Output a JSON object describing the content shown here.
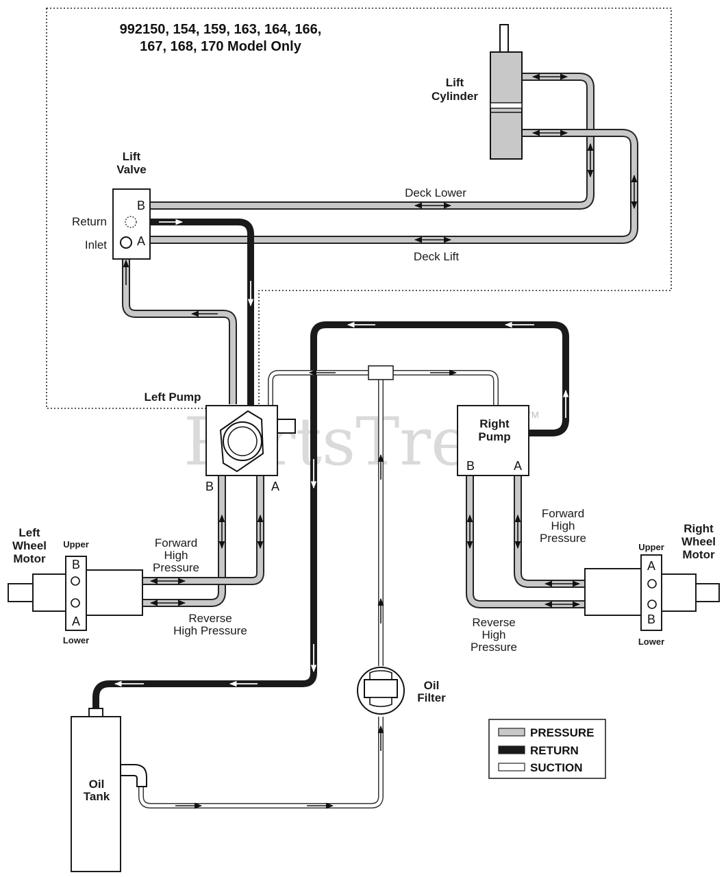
{
  "title": {
    "line1": "992150, 154, 159, 163, 164, 166,",
    "line2": "167, 168, 170 Model Only"
  },
  "components": {
    "lift_cylinder": [
      "Lift",
      "Cylinder"
    ],
    "lift_valve": [
      "Lift",
      "Valve"
    ],
    "left_pump": "Left Pump",
    "right_pump": [
      "Right",
      "Pump"
    ],
    "left_wheel_motor": [
      "Left",
      "Wheel",
      "Motor"
    ],
    "right_wheel_motor": [
      "Right",
      "Wheel",
      "Motor"
    ],
    "oil_filter": [
      "Oil",
      "Filter"
    ],
    "oil_tank": [
      "Oil",
      "Tank"
    ]
  },
  "ports": {
    "valve_b": "B",
    "valve_a": "A",
    "return": "Return",
    "inlet": "Inlet",
    "left_pump_b": "B",
    "left_pump_a": "A",
    "right_pump_b": "B",
    "right_pump_a": "A",
    "left_motor_b": "B",
    "left_motor_a": "A",
    "right_motor_a": "A",
    "right_motor_b": "B",
    "upper": "Upper",
    "lower": "Lower"
  },
  "line_labels": {
    "deck_lower": "Deck Lower",
    "deck_lift": "Deck Lift",
    "forward_high_pressure": [
      "Forward",
      "High",
      "Pressure"
    ],
    "reverse_high_pressure": [
      "Reverse",
      "High Pressure"
    ],
    "forward_high_pressure_right": [
      "Forward",
      "High",
      "Pressure"
    ],
    "reverse_high_pressure_right": [
      "Reverse",
      "High",
      "Pressure"
    ]
  },
  "legend": {
    "items": [
      {
        "label": "PRESSURE",
        "color": "#c8c8c8"
      },
      {
        "label": "RETURN",
        "color": "#1a1a1a"
      },
      {
        "label": "SUCTION",
        "color": "#ffffff"
      }
    ]
  },
  "watermark": {
    "text": "PartsTree",
    "tm": "TM"
  }
}
